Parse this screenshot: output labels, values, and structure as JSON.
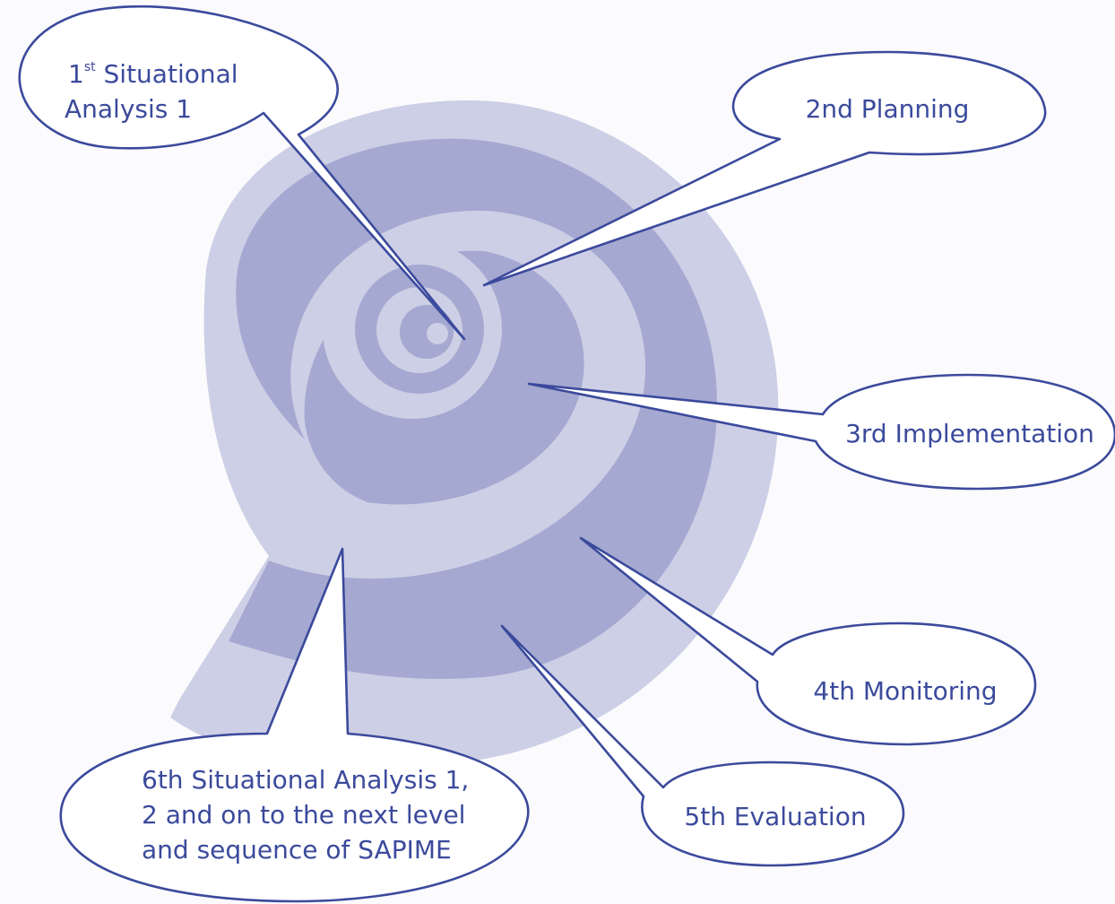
{
  "stages": {
    "s1": {
      "ordinal": "1",
      "suffix": "st",
      "line1": " Situational",
      "line2": "Analysis 1"
    },
    "s2": {
      "label": "2nd  Planning"
    },
    "s3": {
      "label": "3rd  Implementation"
    },
    "s4": {
      "label": "4th  Monitoring"
    },
    "s5": {
      "label": "5th  Evaluation"
    },
    "s6": {
      "lines": [
        "6th Situational Analysis 1,",
        "2 and on to the next level",
        "and sequence of SAPIME"
      ]
    }
  },
  "colors": {
    "outline": "#3b4a9c",
    "spiral_light": "#cdcfe6",
    "spiral_mid": "#a5a8d0",
    "background": "#fbfbfd"
  }
}
